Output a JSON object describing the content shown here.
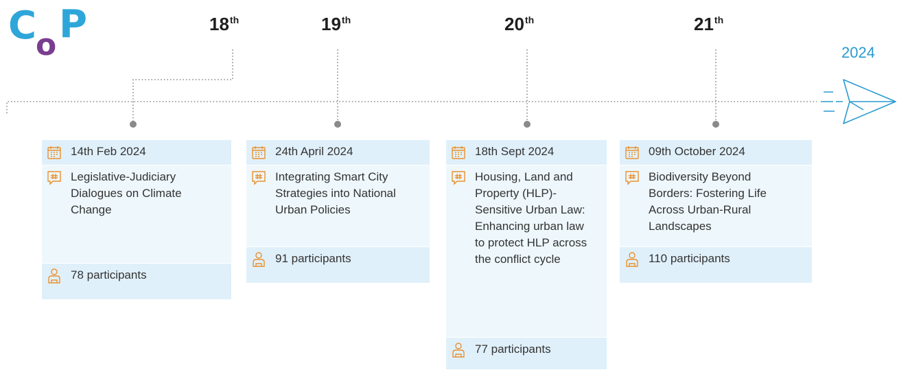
{
  "logo": {
    "letters": [
      "C",
      "o",
      "P"
    ]
  },
  "timeline": {
    "year": "2024",
    "colors": {
      "accent": "#2a9ad1",
      "icon": "#e8912e",
      "dots": "#8a8a8a",
      "card": "#e4f2fa"
    },
    "eras": [
      {
        "num": "18",
        "suffix": "th"
      },
      {
        "num": "19",
        "suffix": "th"
      },
      {
        "num": "20",
        "suffix": "th"
      },
      {
        "num": "21",
        "suffix": "th"
      }
    ],
    "cards": [
      {
        "date": "14th Feb 2024",
        "topic": "Legislative-Judiciary Dialogues on Climate Change",
        "participants": "78 participants"
      },
      {
        "date": "24th April 2024",
        "topic": "Integrating Smart City Strategies into National Urban Policies",
        "participants": "91 participants"
      },
      {
        "date": "18th Sept 2024",
        "topic": "Housing, Land and Property (HLP)-Sensitive Urban Law: Enhancing urban law to protect HLP across the conflict cycle",
        "participants": "77 participants"
      },
      {
        "date": "09th October 2024",
        "topic": "Biodiversity Beyond Borders: Fostering Life Across Urban-Rural Landscapes",
        "participants": "110 participants"
      }
    ]
  }
}
